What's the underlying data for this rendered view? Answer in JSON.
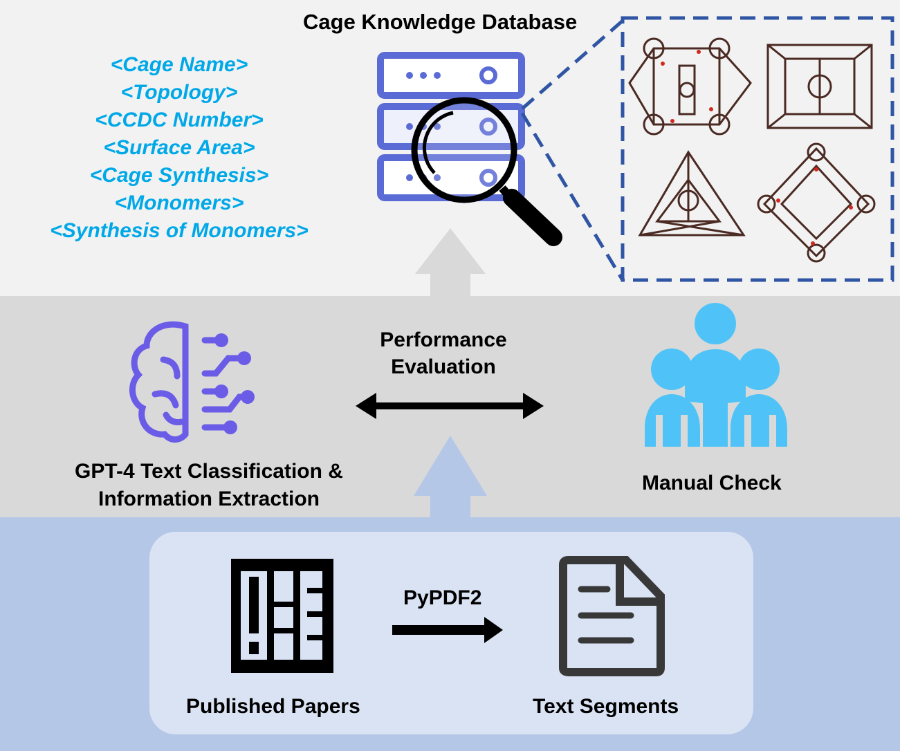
{
  "db": {
    "title": "Cage Knowledge Database"
  },
  "fields": [
    "<Cage Name>",
    "<Topology>",
    "<CCDC Number>",
    "<Surface Area>",
    "<Cage Synthesis>",
    "<Monomers>",
    "<Synthesis of Monomers>"
  ],
  "eval": {
    "line1": "Performance",
    "line2": "Evaluation"
  },
  "gpt": {
    "line1": "GPT-4 Text Classification &",
    "line2": "Information Extraction"
  },
  "manual": {
    "label": "Manual Check"
  },
  "pypdf": {
    "label": "PyPDF2"
  },
  "papers": {
    "label": "Published Papers"
  },
  "segments": {
    "label": "Text Segments"
  },
  "colors": {
    "field_text": "#00a8e8",
    "server": "#5b6bd5",
    "brain": "#6b5ce7",
    "people": "#4fc3f7",
    "dashed_frame": "#2f55a4",
    "band_top": "#f2f2f2",
    "band_mid": "#d9d9d9",
    "band_bottom": "#b4c7e7",
    "bottom_panel": "#dae3f3"
  },
  "icons": [
    "server-stack-icon",
    "magnifier-icon",
    "brain-circuit-icon",
    "people-group-icon",
    "bookshelf-icon",
    "document-icon",
    "molecular-cage-structure"
  ]
}
